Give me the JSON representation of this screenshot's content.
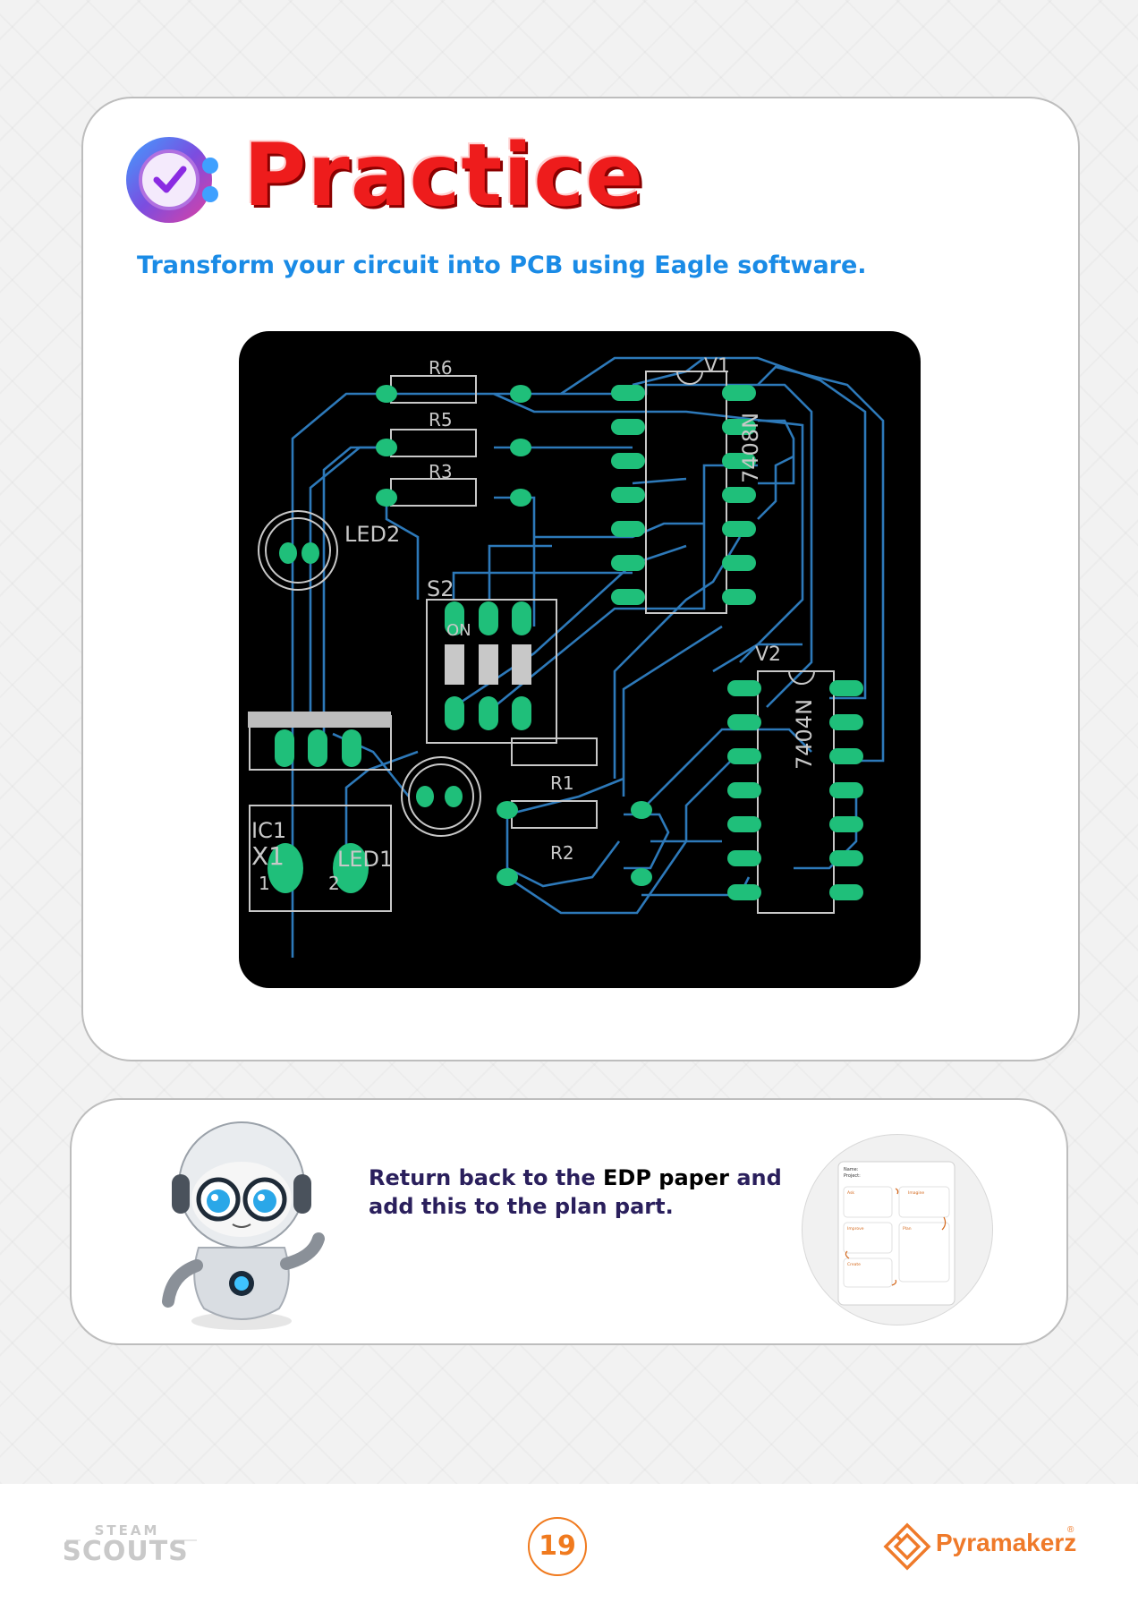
{
  "practice": {
    "title": "Practice",
    "instruction": "Transform your circuit into PCB using Eagle software."
  },
  "pcb": {
    "labels": {
      "r6": "R6",
      "r5": "R5",
      "r3": "R3",
      "r1": "R1",
      "r2": "R2",
      "led2": "LED2",
      "led1": "LED1",
      "s2": "S2",
      "on": "ON",
      "ic1": "IC1",
      "x1": "X1",
      "pin1": "1",
      "pin2": "2",
      "v1": "V1",
      "v2": "V2",
      "chip1": "7408N",
      "chip2": "7404N"
    }
  },
  "note": {
    "part1": "Return back to the ",
    "part2": "EDP paper",
    "part3": " and add this to the plan part."
  },
  "edp": {
    "name": "Name:",
    "project": "Project:",
    "ask": "Ask",
    "imagine": "Imagine",
    "improve": "Improve",
    "plan": "Plan",
    "create": "Create"
  },
  "footer": {
    "steam": "STEAM",
    "scouts": "SCOUTS",
    "page_number": "19",
    "brand": "Pyramakerz",
    "reg": "®"
  },
  "colors": {
    "title_red": "#ee1c1c",
    "instruction_blue": "#1a8be6",
    "note_text": "#2a1f5c",
    "brand_orange": "#f07a1e",
    "pad_green": "#1fbf7a",
    "trace_blue": "#2d79b9",
    "silkscreen": "#c8c8c8"
  }
}
